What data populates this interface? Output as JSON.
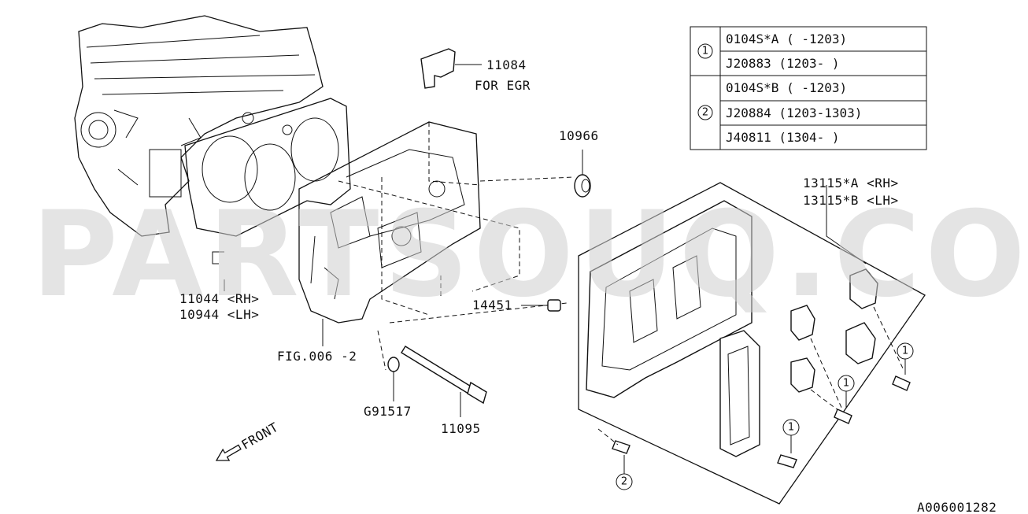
{
  "watermark": "PARTSOUQ.COM",
  "labels": {
    "p11084": "11084",
    "for_egr": "FOR EGR",
    "p10966": "10966",
    "p13115a": "13115*A <RH>",
    "p13115b": "13115*B <LH>",
    "p11044": "11044 <RH>",
    "p10944": "10944 <LH>",
    "p14451": "14451",
    "fig006": "FIG.006 -2",
    "g91517": "G91517",
    "p11095": "11095",
    "front": "FRONT",
    "code": "A006001282"
  },
  "callouts": {
    "one": "1",
    "two": "2"
  },
  "table": {
    "group1_marker": "1",
    "group2_marker": "2",
    "rows": [
      "0104S*A ( -1203)",
      "J20883 (1203- )",
      "0104S*B ( -1203)",
      "J20884 (1203-1303)",
      "J40811 (1304- )"
    ]
  }
}
